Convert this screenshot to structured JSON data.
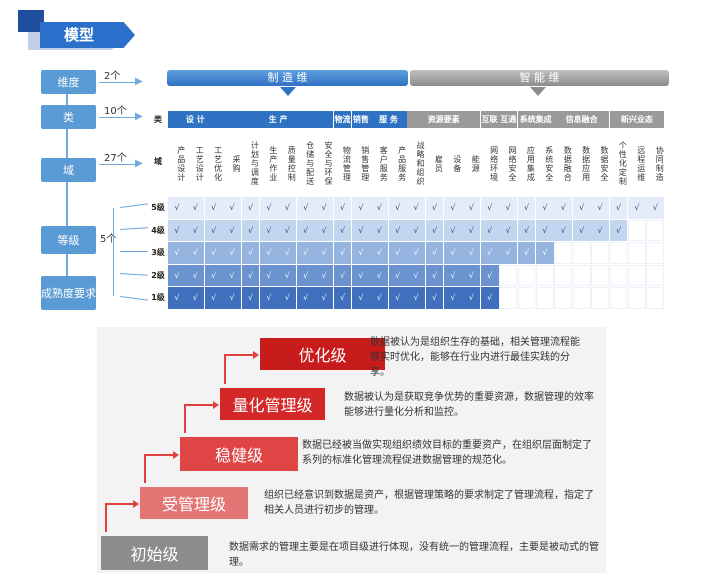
{
  "title": "模型",
  "flow": [
    {
      "label": "维度",
      "count": "2个"
    },
    {
      "label": "类",
      "count": "10个"
    },
    {
      "label": "域",
      "count": "27个"
    },
    {
      "label": "等级",
      "count": "5个"
    },
    {
      "label": "成熟度要求",
      "count": ""
    }
  ],
  "banners": {
    "blue": "制 造 维",
    "grey": "智 能 维"
  },
  "matrix": {
    "corner_class": "类",
    "corner_domain": "域",
    "groups": [
      {
        "label": "设 计",
        "span": 3,
        "tone": "blue"
      },
      {
        "label": "生 产",
        "span": 6,
        "tone": "blue"
      },
      {
        "label": "物流",
        "span": 1,
        "tone": "blue"
      },
      {
        "label": "销售",
        "span": 1,
        "tone": "blue"
      },
      {
        "label": "服 务",
        "span": 2,
        "tone": "blue"
      },
      {
        "label": "资源要素",
        "span": 4,
        "tone": "grey"
      },
      {
        "label": "互联 互通",
        "span": 2,
        "tone": "grey"
      },
      {
        "label": "系统集成",
        "span": 2,
        "tone": "grey"
      },
      {
        "label": "信息融合",
        "span": 3,
        "tone": "grey"
      },
      {
        "label": "新兴业态",
        "span": 3,
        "tone": "grey"
      }
    ],
    "domains": [
      "产品设计",
      "工艺设计",
      "工艺优化",
      "采购",
      "计划与调度",
      "生产作业",
      "质量控制",
      "仓储与配送",
      "安全与环保",
      "物流管理",
      "销售管理",
      "客户服务",
      "产品服务",
      "战略和组织",
      "雇员",
      "设备",
      "能源",
      "网络环境",
      "网络安全",
      "应用集成",
      "系统安全",
      "数据融合",
      "数据应用",
      "数据安全",
      "个性化定制",
      "远程运维",
      "协同制造"
    ],
    "levels": [
      {
        "label": "5级",
        "filled": 27,
        "color": "#e3ecf8"
      },
      {
        "label": "4级",
        "filled": 25,
        "color": "#c3d6ef"
      },
      {
        "label": "3级",
        "filled": 21,
        "color": "#95b5e0"
      },
      {
        "label": "2级",
        "filled": 18,
        "color": "#6a93d0"
      },
      {
        "label": "1级",
        "filled": 18,
        "color": "#3f6fbd"
      }
    ],
    "check": "√"
  },
  "maturity": [
    {
      "label": "优化级",
      "color": "#c81c1c",
      "desc": "数据被认为是组织生存的基础，相关管理流程能够实时优化，能够在行业内进行最佳实践的分享。"
    },
    {
      "label": "量化管理级",
      "color": "#d42727",
      "desc": "数据被认为是获取竞争优势的重要资源，数据管理的效率能够进行量化分析和监控。"
    },
    {
      "label": "稳健级",
      "color": "#df4545",
      "desc": "数据已经被当做实现组织绩效目标的重要资产，在组织层面制定了系列的标准化管理流程促进数据管理的规范化。"
    },
    {
      "label": "受管理级",
      "color": "#e47575",
      "desc": "组织已经意识到数据是资产，根据管理策略的要求制定了管理流程，指定了相关人员进行初步的管理。"
    },
    {
      "label": "初始级",
      "color": "#8c8c8c",
      "desc": "数据需求的管理主要是在项目级进行体现，没有统一的管理流程，主要是被动式的管理。"
    }
  ]
}
